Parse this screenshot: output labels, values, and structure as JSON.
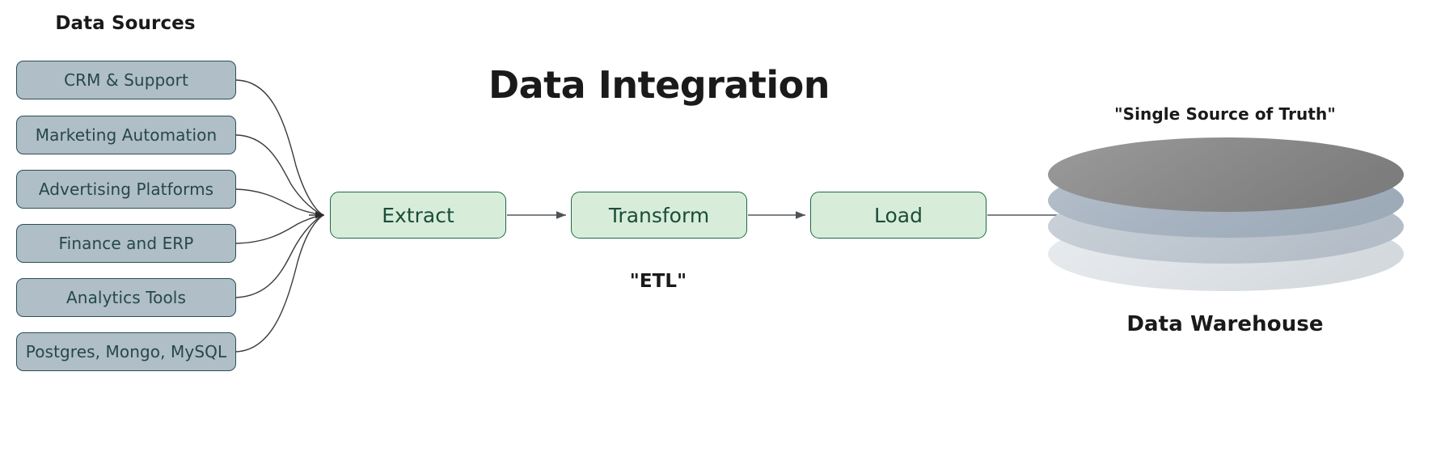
{
  "diagram": {
    "title": "Data Integration",
    "sources_heading": "Data Sources",
    "etl_caption": "\"ETL\"",
    "warehouse_caption": "\"Single Source of Truth\"",
    "warehouse_label": "Data Warehouse",
    "sources": [
      {
        "label": "CRM & Support"
      },
      {
        "label": "Marketing Automation"
      },
      {
        "label": "Advertising Platforms"
      },
      {
        "label": "Finance and ERP"
      },
      {
        "label": "Analytics Tools"
      },
      {
        "label": "Postgres, Mongo, MySQL"
      }
    ],
    "stages": [
      {
        "label": "Extract"
      },
      {
        "label": "Transform"
      },
      {
        "label": "Load"
      }
    ],
    "colors": {
      "source_fill": "#b0bec8",
      "source_border": "#2c4f51",
      "source_text": "#25484b",
      "stage_fill": "#d7edd9",
      "stage_border": "#1d6b46",
      "stage_text": "#1b4d3a",
      "connector": "#3c3c3c",
      "arrow": "#555a5f",
      "disk_top": "#8a8a8a",
      "disk_second": "#a8b4c2",
      "disk_third": "#c0c8d2",
      "disk_bottom": "#e0e4e8",
      "background": "#ffffff",
      "heading_text": "#1a1a1a"
    }
  }
}
